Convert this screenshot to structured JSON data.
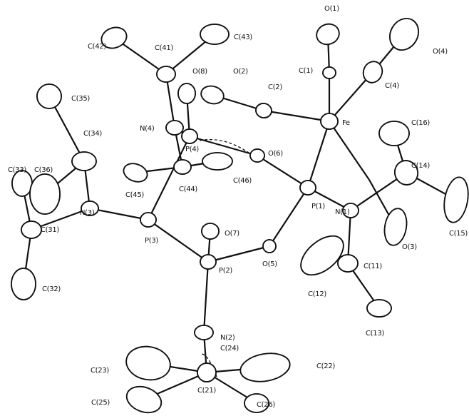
{
  "atoms": [
    {
      "id": "Fe",
      "label": "Fe"
    },
    {
      "id": "P1",
      "label": "P(1)"
    },
    {
      "id": "P2",
      "label": "P(2)"
    },
    {
      "id": "P3",
      "label": "P(3)"
    },
    {
      "id": "P4",
      "label": "P(4)"
    },
    {
      "id": "O1",
      "label": "O(1)"
    },
    {
      "id": "C1",
      "label": "C(1)"
    },
    {
      "id": "O2",
      "label": "O(2)"
    },
    {
      "id": "C2",
      "label": "C(2)"
    },
    {
      "id": "O3",
      "label": "O(3)"
    },
    {
      "id": "O4",
      "label": "O(4)"
    },
    {
      "id": "C4",
      "label": "C(4)"
    },
    {
      "id": "O5",
      "label": "O(5)"
    },
    {
      "id": "O6",
      "label": "O(6)"
    },
    {
      "id": "O7",
      "label": "O(7)"
    },
    {
      "id": "O8",
      "label": "O(8)"
    },
    {
      "id": "N1",
      "label": "N(1)"
    },
    {
      "id": "N2",
      "label": "N(2)"
    },
    {
      "id": "N3",
      "label": "N(3)"
    },
    {
      "id": "N4",
      "label": "N(4)"
    },
    {
      "id": "C11",
      "label": "C(11)"
    },
    {
      "id": "C12",
      "label": "C(12)"
    },
    {
      "id": "C13",
      "label": "C(13)"
    },
    {
      "id": "C14",
      "label": "C(14)"
    },
    {
      "id": "C15",
      "label": "C(15)"
    },
    {
      "id": "C16",
      "label": "C(16)"
    },
    {
      "id": "C21",
      "label": "C(21)"
    },
    {
      "id": "C22",
      "label": "C(22)"
    },
    {
      "id": "C23",
      "label": "C(23)"
    },
    {
      "id": "C24",
      "label": "C(24)"
    },
    {
      "id": "C25",
      "label": "C(25)"
    },
    {
      "id": "C26",
      "label": "C(26)"
    },
    {
      "id": "C31",
      "label": "C(31)"
    },
    {
      "id": "C32",
      "label": "C(32)"
    },
    {
      "id": "C33",
      "label": "C(33)"
    },
    {
      "id": "C34",
      "label": "C(34)"
    },
    {
      "id": "C35",
      "label": "C(35)"
    },
    {
      "id": "C36",
      "label": "C(36)"
    },
    {
      "id": "C41",
      "label": "C(41)"
    },
    {
      "id": "C42",
      "label": "C(42)"
    },
    {
      "id": "C43",
      "label": "C(43)"
    },
    {
      "id": "C44",
      "label": "C(44)"
    },
    {
      "id": "C45",
      "label": "C(45)"
    },
    {
      "id": "C46",
      "label": "C(46)"
    }
  ],
  "bonds": [
    [
      "Fe",
      "C1"
    ],
    [
      "C1",
      "O1"
    ],
    [
      "Fe",
      "C2"
    ],
    [
      "C2",
      "O2"
    ],
    [
      "Fe",
      "C4"
    ],
    [
      "C4",
      "O4"
    ],
    [
      "Fe",
      "C3"
    ],
    [
      "C3",
      "O3"
    ],
    [
      "Fe",
      "P1"
    ],
    [
      "P1",
      "O6"
    ],
    [
      "O6",
      "P4"
    ],
    [
      "P1",
      "O5"
    ],
    [
      "O5",
      "P2"
    ],
    [
      "P1",
      "N1"
    ],
    [
      "N1",
      "C11"
    ],
    [
      "C11",
      "C12"
    ],
    [
      "C11",
      "C13"
    ],
    [
      "N1",
      "C14"
    ],
    [
      "C14",
      "C15"
    ],
    [
      "C14",
      "C16"
    ],
    [
      "P2",
      "O7"
    ],
    [
      "P2",
      "N2"
    ],
    [
      "P2",
      "P3"
    ],
    [
      "N2",
      "C21"
    ],
    [
      "C21",
      "C22"
    ],
    [
      "C21",
      "C23"
    ],
    [
      "C21",
      "C25"
    ],
    [
      "C21",
      "C26"
    ],
    [
      "P3",
      "N3"
    ],
    [
      "P3",
      "P4"
    ],
    [
      "N3",
      "C31"
    ],
    [
      "C31",
      "C32"
    ],
    [
      "C31",
      "C33"
    ],
    [
      "N3",
      "C34"
    ],
    [
      "C34",
      "C35"
    ],
    [
      "C34",
      "C36"
    ],
    [
      "P4",
      "O8"
    ],
    [
      "P4",
      "N4"
    ],
    [
      "N4",
      "C41"
    ],
    [
      "C41",
      "C42"
    ],
    [
      "C41",
      "C43"
    ],
    [
      "N4",
      "C44"
    ],
    [
      "C44",
      "C45"
    ],
    [
      "C44",
      "C46"
    ]
  ]
}
